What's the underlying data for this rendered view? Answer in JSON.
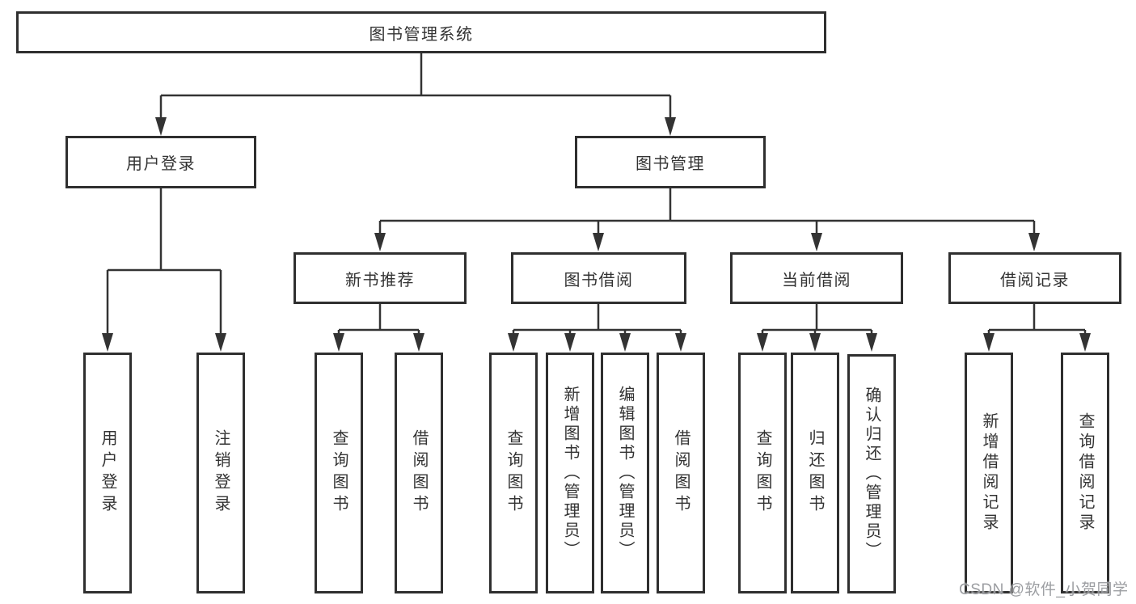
{
  "colors": {
    "line": "#333333",
    "box_border": "#2f2f2f",
    "text": "#333333",
    "background": "#ffffff",
    "watermark": "#919398"
  },
  "watermark": {
    "text": "CSDN @软件_小贺同学"
  },
  "tree": {
    "root": {
      "label": "图书管理系统"
    },
    "branches": [
      {
        "label": "用户登录",
        "children": [
          {
            "label": "用户登录"
          },
          {
            "label": "注销登录"
          }
        ]
      },
      {
        "label": "图书管理",
        "children": [
          {
            "label": "新书推荐",
            "children": [
              {
                "label": "查询图书"
              },
              {
                "label": "借阅图书"
              }
            ]
          },
          {
            "label": "图书借阅",
            "children": [
              {
                "label": "查询图书"
              },
              {
                "label": "新增图书（管理员）"
              },
              {
                "label": "编辑图书（管理员）"
              },
              {
                "label": "借阅图书"
              }
            ]
          },
          {
            "label": "当前借阅",
            "children": [
              {
                "label": "查询图书"
              },
              {
                "label": "归还图书"
              },
              {
                "label": "确认归还（管理员）"
              }
            ]
          },
          {
            "label": "借阅记录",
            "children": [
              {
                "label": "新增借阅记录"
              },
              {
                "label": "查询借阅记录"
              }
            ]
          }
        ]
      }
    ]
  }
}
